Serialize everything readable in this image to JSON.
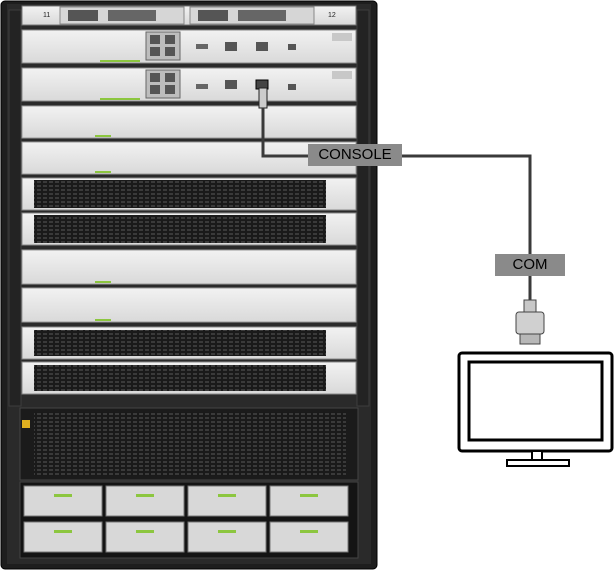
{
  "slot_numbers": {
    "left": "11",
    "right": "12"
  },
  "cable_labels": {
    "console": "CONSOLE",
    "com": "COM"
  },
  "device": {
    "name": "Modular switch chassis"
  },
  "terminal": {
    "name": "Console terminal"
  },
  "colors": {
    "chassis": "#1e1e1e",
    "board": "#e6e6e6",
    "label_bg": "#8a8a8a",
    "indicator": "#8cc63f"
  }
}
